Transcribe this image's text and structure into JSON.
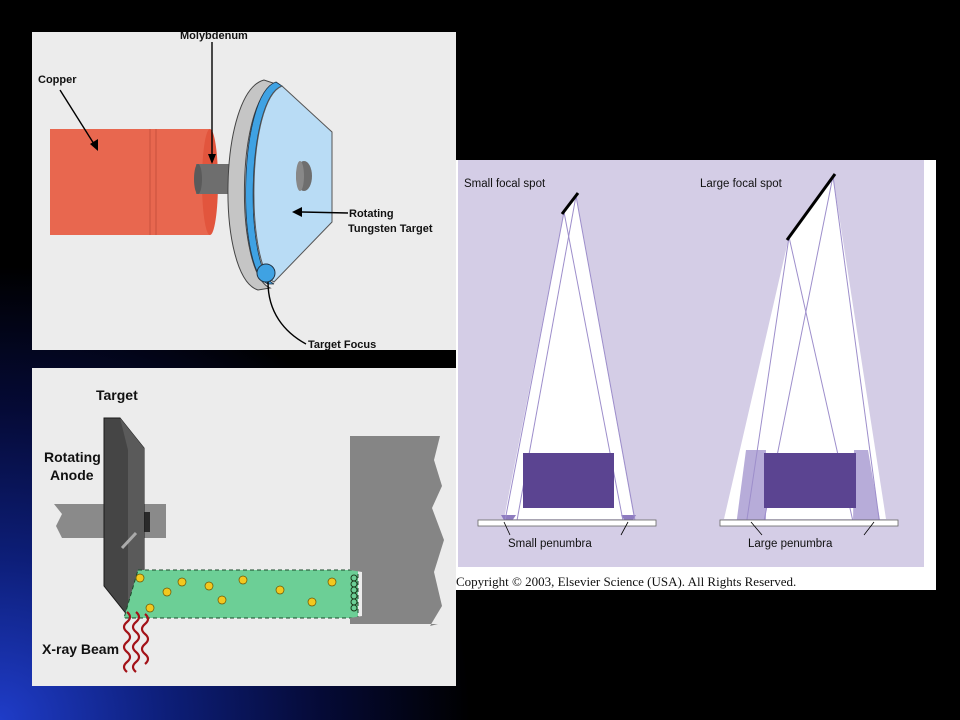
{
  "anode_diagram": {
    "labels": {
      "molybdenum": "Molybdenum",
      "copper": "Copper",
      "rotating": "Rotating",
      "tungsten_target": "Tungsten Target",
      "target_focus": "Target Focus"
    },
    "colors": {
      "copper": "#e8674f",
      "target_blue": "#3fa2e3",
      "target_light": "#b9dcf5",
      "rim": "#c9c9c9"
    }
  },
  "beam_diagram": {
    "labels": {
      "target": "Target",
      "rotating": "Rotating",
      "anode": "Anode",
      "xray_beam": "X-ray Beam"
    },
    "colors": {
      "beam": "#6ccf96",
      "anode": "#454545",
      "electron": "#f2c81f",
      "wave": "#a31218"
    }
  },
  "focal_spot_diagram": {
    "labels": {
      "small_focal_spot": "Small focal spot",
      "large_focal_spot": "Large focal spot",
      "small_penumbra": "Small penumbra",
      "large_penumbra": "Large penumbra"
    },
    "copyright": "Copyright © 2003, Elsevier Science (USA). All Rights Reserved.",
    "colors": {
      "background": "#d4cde6",
      "object": "#5b4491",
      "penumbra": "#8e7cc0"
    }
  }
}
